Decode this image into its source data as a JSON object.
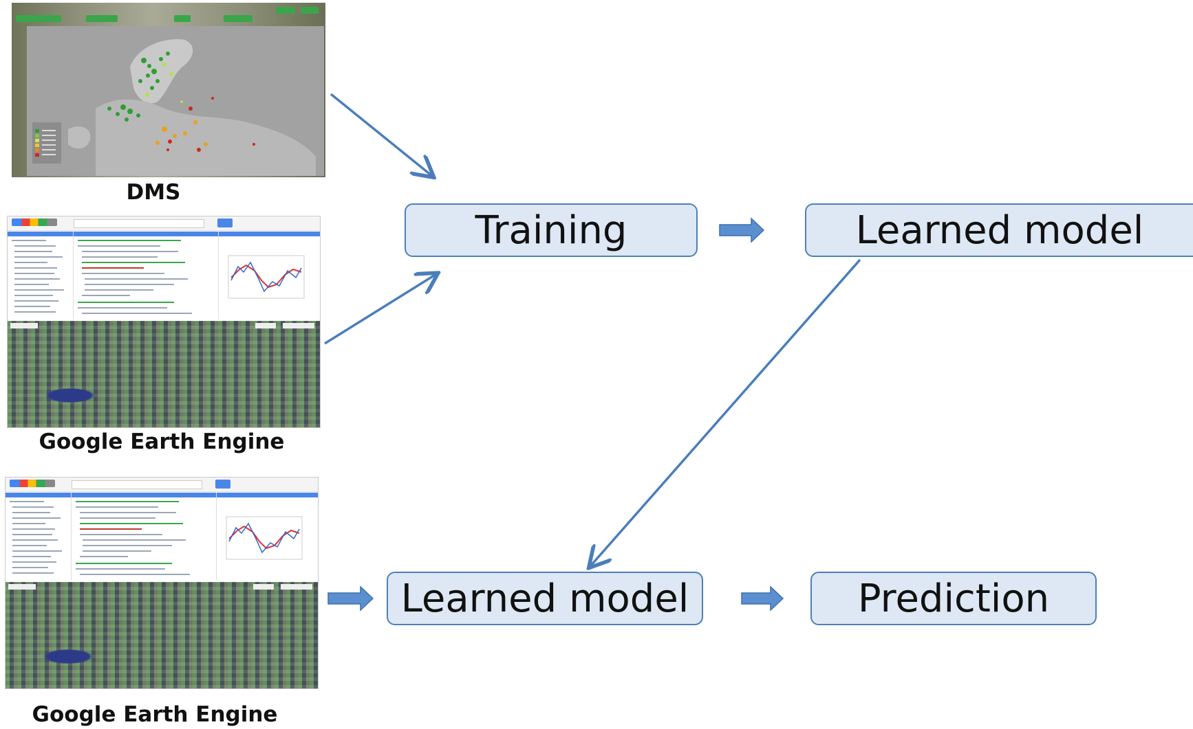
{
  "diagram": {
    "boxes": {
      "training": "Training",
      "learned_model_top": "Learned model",
      "learned_model_bottom": "Learned model",
      "prediction": "Prediction"
    },
    "captions": {
      "dms": "DMS",
      "gee_top": "Google Earth Engine",
      "gee_bottom": "Google Earth Engine"
    },
    "colors": {
      "box_fill": "#dde8f4",
      "box_border": "#4e7fb8",
      "arrow": "#4a7ebb"
    }
  }
}
